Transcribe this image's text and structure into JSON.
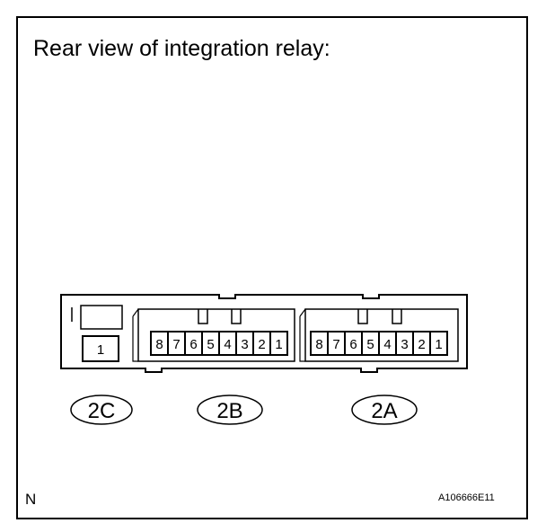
{
  "title": "Rear view of integration relay:",
  "orientation_mark": "N",
  "reference_code": "A106666E11",
  "connectors": [
    {
      "label": "2C",
      "pins": [
        "1"
      ]
    },
    {
      "label": "2B",
      "pins": [
        "8",
        "7",
        "6",
        "5",
        "4",
        "3",
        "2",
        "1"
      ]
    },
    {
      "label": "2A",
      "pins": [
        "8",
        "7",
        "6",
        "5",
        "4",
        "3",
        "2",
        "1"
      ]
    }
  ]
}
